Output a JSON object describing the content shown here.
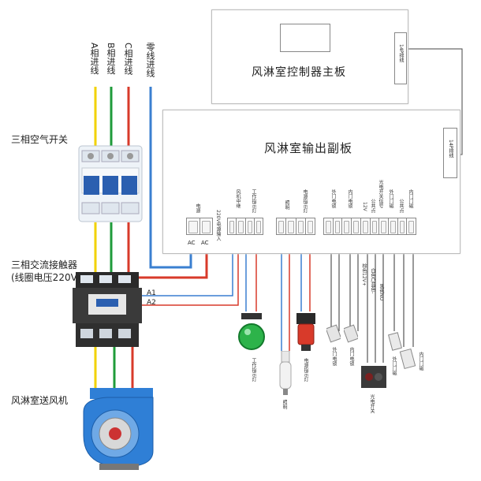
{
  "phase_inputs": {
    "a": "A相进线",
    "b": "B相进线",
    "c": "C相进线",
    "n": "零线进线"
  },
  "devices": {
    "breaker": "三相空气开关",
    "contactor_line1": "三相交流接触器",
    "contactor_line2": "(线圈电压220V)",
    "fan": "风淋室送风机"
  },
  "main_board": {
    "title": "风淋室控制器主板",
    "connector": "14P排线"
  },
  "sub_board": {
    "title": "风淋室输出副板",
    "connector": "14P排线",
    "power_label": "电源",
    "ac1": "AC",
    "ac2": "AC",
    "input_220": "220V电源输入",
    "block2": [
      "风机中继",
      "工作指示灯"
    ],
    "block3": [
      "照明",
      "电源指示灯"
    ],
    "block4": [
      "外门电锁",
      "内门电锁",
      "12V",
      "公共点",
      "光电开关信号",
      "外门门磁",
      "公共点",
      "内门门磁"
    ]
  },
  "signals": {
    "a1": "A1",
    "a2": "A2"
  },
  "sensor_wires": {
    "brown": "棕色12V+",
    "white": "白色C/蓝色-",
    "black": "黑色NO"
  },
  "components": {
    "work_lamp": "工作指示灯",
    "lighting": "照明",
    "power_lamp": "电源指示灯",
    "outer_lock": "外门电锁",
    "inner_lock": "内门电锁",
    "photo_switch": "光电开关",
    "outer_magnet": "外门门磁",
    "inner_magnet": "内门门磁"
  },
  "colors": {
    "yellow": "#f2d200",
    "green": "#1f9b3a",
    "red": "#d83a2a",
    "blue": "#3a7fd0",
    "fan_blue": "#2f7fd6"
  }
}
